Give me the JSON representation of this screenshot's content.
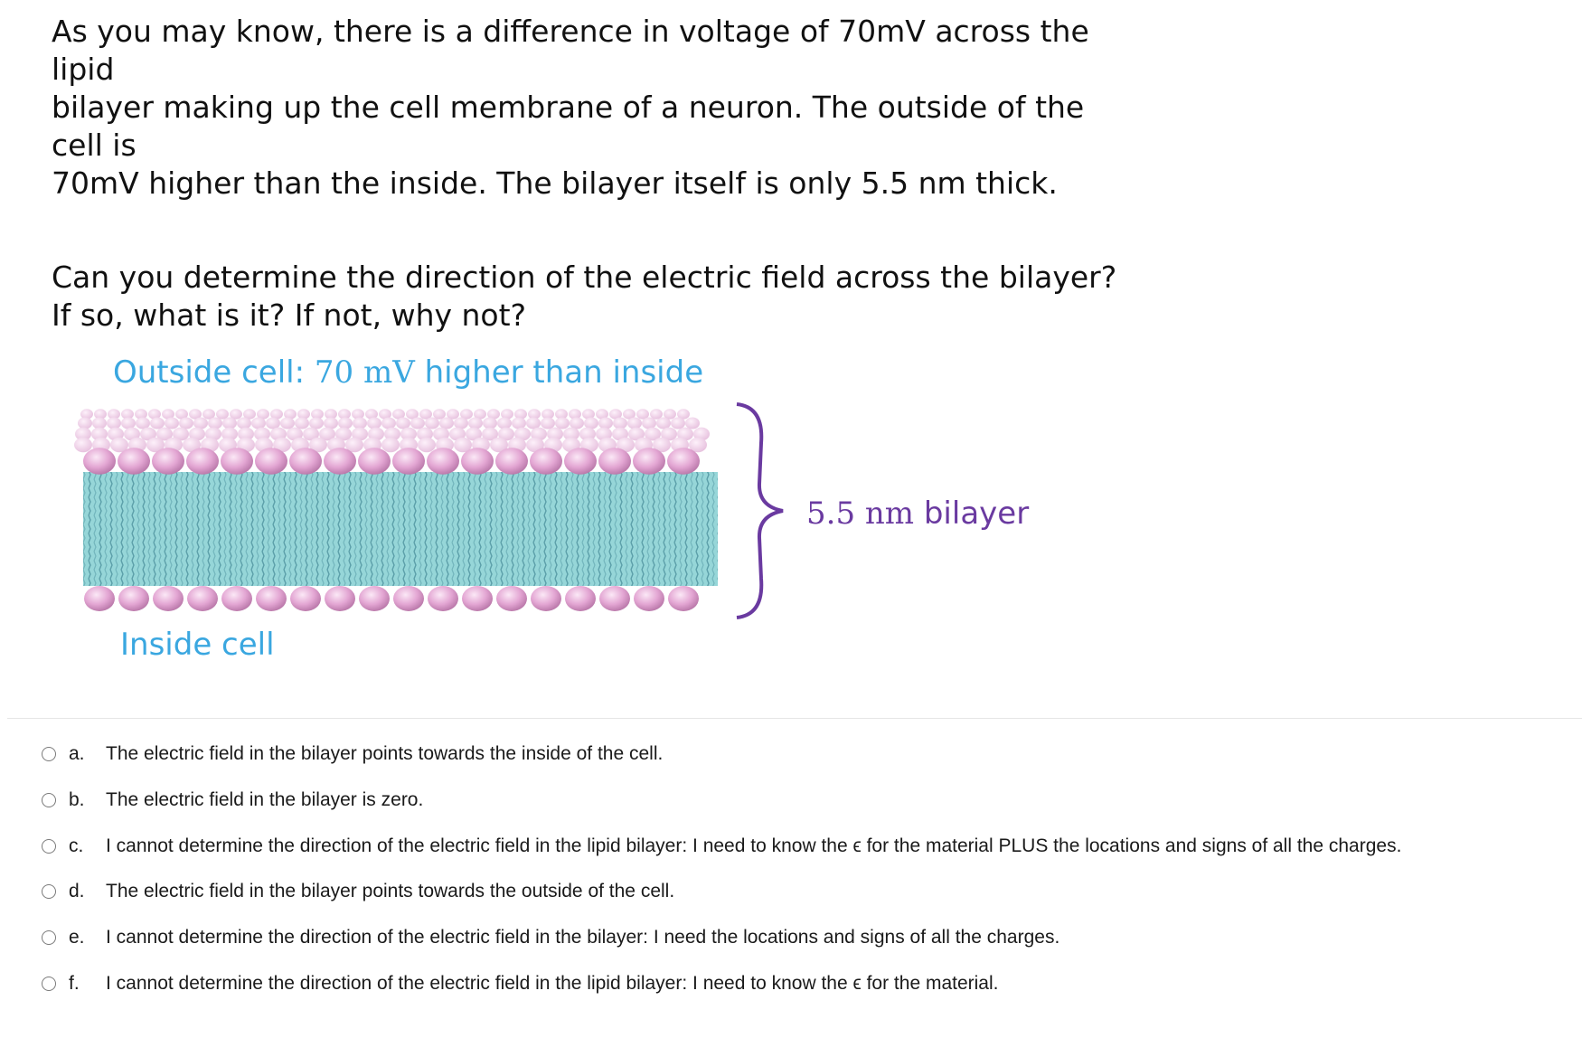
{
  "intro": {
    "lines": [
      "As you may know, there is a difference in voltage of 70mV across the lipid",
      "bilayer making up the cell membrane of a neuron. The outside of the cell is",
      "70mV higher than the inside. The bilayer itself is only 5.5 nm thick."
    ]
  },
  "question": {
    "lines": [
      "Can you determine the direction of the electric field across the bilayer?",
      "If so, what is it? If not, why not?"
    ]
  },
  "figure": {
    "outside_label_prefix": "Outside cell: ",
    "outside_label_value": "70 mV",
    "outside_label_suffix": " higher than inside",
    "inside_label": "Inside cell",
    "bilayer_label_value": "5.5 nm",
    "bilayer_label_suffix": " bilayer",
    "colors": {
      "label_blue": "#3aa7e0",
      "brace_purple": "#6a3aa0",
      "head_pink": "#e3a6d3",
      "tail_teal": "#6cc3c9"
    }
  },
  "options": [
    {
      "letter": "a.",
      "text": "The electric field in the bilayer points towards the inside of the cell."
    },
    {
      "letter": "b.",
      "text": "The electric field in the bilayer is zero."
    },
    {
      "letter": "c.",
      "text": "I cannot determine the direction of the electric field in the lipid bilayer: I need to know the ϵ for the material PLUS the locations and signs of all the charges."
    },
    {
      "letter": "d.",
      "text": "The electric field in the bilayer points towards the outside of the cell."
    },
    {
      "letter": "e.",
      "text": "I cannot determine the direction of the electric field in the bilayer: I need the locations and signs of all the charges."
    },
    {
      "letter": "f.",
      "text": "I cannot determine the direction of the electric field in the lipid bilayer: I need to know the ϵ for the material."
    }
  ]
}
